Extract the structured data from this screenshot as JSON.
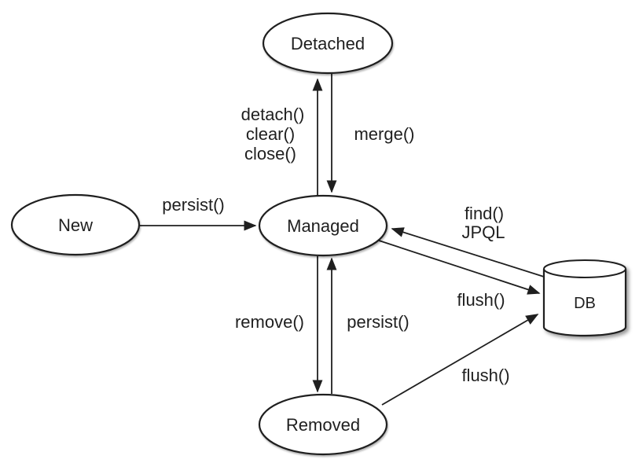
{
  "diagram": {
    "type": "state-transition-diagram",
    "subject": "JPA entity lifecycle states",
    "nodes": {
      "new": {
        "label": "New"
      },
      "detached": {
        "label": "Detached"
      },
      "managed": {
        "label": "Managed"
      },
      "removed": {
        "label": "Removed"
      },
      "db": {
        "label": "DB",
        "shape": "cylinder"
      }
    },
    "edges": {
      "persist_new_to_managed": {
        "from": "new",
        "to": "managed",
        "label": "persist()"
      },
      "detach_managed_to_detached": {
        "from": "managed",
        "to": "detached",
        "label_lines": [
          "detach()",
          "clear()",
          "close()"
        ]
      },
      "merge_detached_to_managed": {
        "from": "detached",
        "to": "managed",
        "label": "merge()"
      },
      "find_db_to_managed": {
        "from": "db",
        "to": "managed",
        "label_lines": [
          "find()",
          "JPQL"
        ]
      },
      "flush_managed_to_db": {
        "from": "managed",
        "to": "db",
        "label": "flush()"
      },
      "remove_managed_to_removed": {
        "from": "managed",
        "to": "removed",
        "label": "remove()"
      },
      "persist_removed_to_managed": {
        "from": "removed",
        "to": "managed",
        "label": "persist()"
      },
      "flush_removed_to_db": {
        "from": "removed",
        "to": "db",
        "label": "flush()"
      }
    },
    "colors": {
      "stroke": "#1f1f1f",
      "text": "#1f1f1f",
      "node_fill": "#ffffff",
      "background": "#ffffff"
    }
  }
}
